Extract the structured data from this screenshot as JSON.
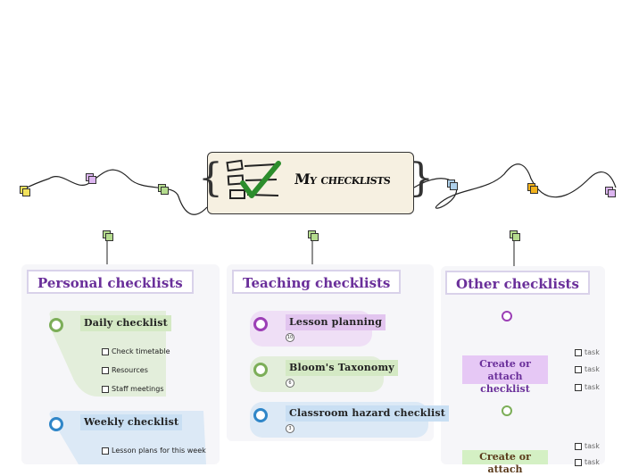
{
  "central": {
    "title": "My checklists",
    "icon": "checklist-icon"
  },
  "sections": [
    {
      "title": "Personal checklists",
      "items": [
        {
          "label": "Daily checklist",
          "color": "#7cae58",
          "bg": "#e3eedb",
          "tasks": [
            "Check timetable",
            "Resources",
            "Staff meetings"
          ]
        },
        {
          "label": "Weekly checklist",
          "color": "#2f86c8",
          "bg": "#dce9f6",
          "tasks": [
            "Lesson plans for this week"
          ]
        }
      ]
    },
    {
      "title": "Teaching checklists",
      "items": [
        {
          "label": "Lesson planning",
          "color": "#9c3fb6",
          "bg": "#efdff6",
          "count": "10"
        },
        {
          "label": "Bloom's Taxonomy",
          "color": "#7cae58",
          "bg": "#e3eedb",
          "count": "6"
        },
        {
          "label": "Classroom hazard checklist",
          "color": "#2f86c8",
          "bg": "#dce9f6",
          "count": "3"
        }
      ]
    },
    {
      "title": "Other checklists",
      "items": [
        {
          "label": "Create or attach checklist",
          "color": "#9c3fb6",
          "tasks": [
            "task",
            "task",
            "task"
          ]
        },
        {
          "label": "Create or attach",
          "color": "#7cae58",
          "tasks": [
            "task",
            "task"
          ]
        }
      ]
    }
  ],
  "colors": {
    "purple_title": "#6a2f9a",
    "panel_bg": "#f6f6f9",
    "sticky_yellow": "#f2e25c",
    "sticky_purple": "#dcb5f0",
    "sticky_green": "#b5dc8e",
    "sticky_blue": "#aed0ea",
    "sticky_orange": "#f2b21c"
  }
}
